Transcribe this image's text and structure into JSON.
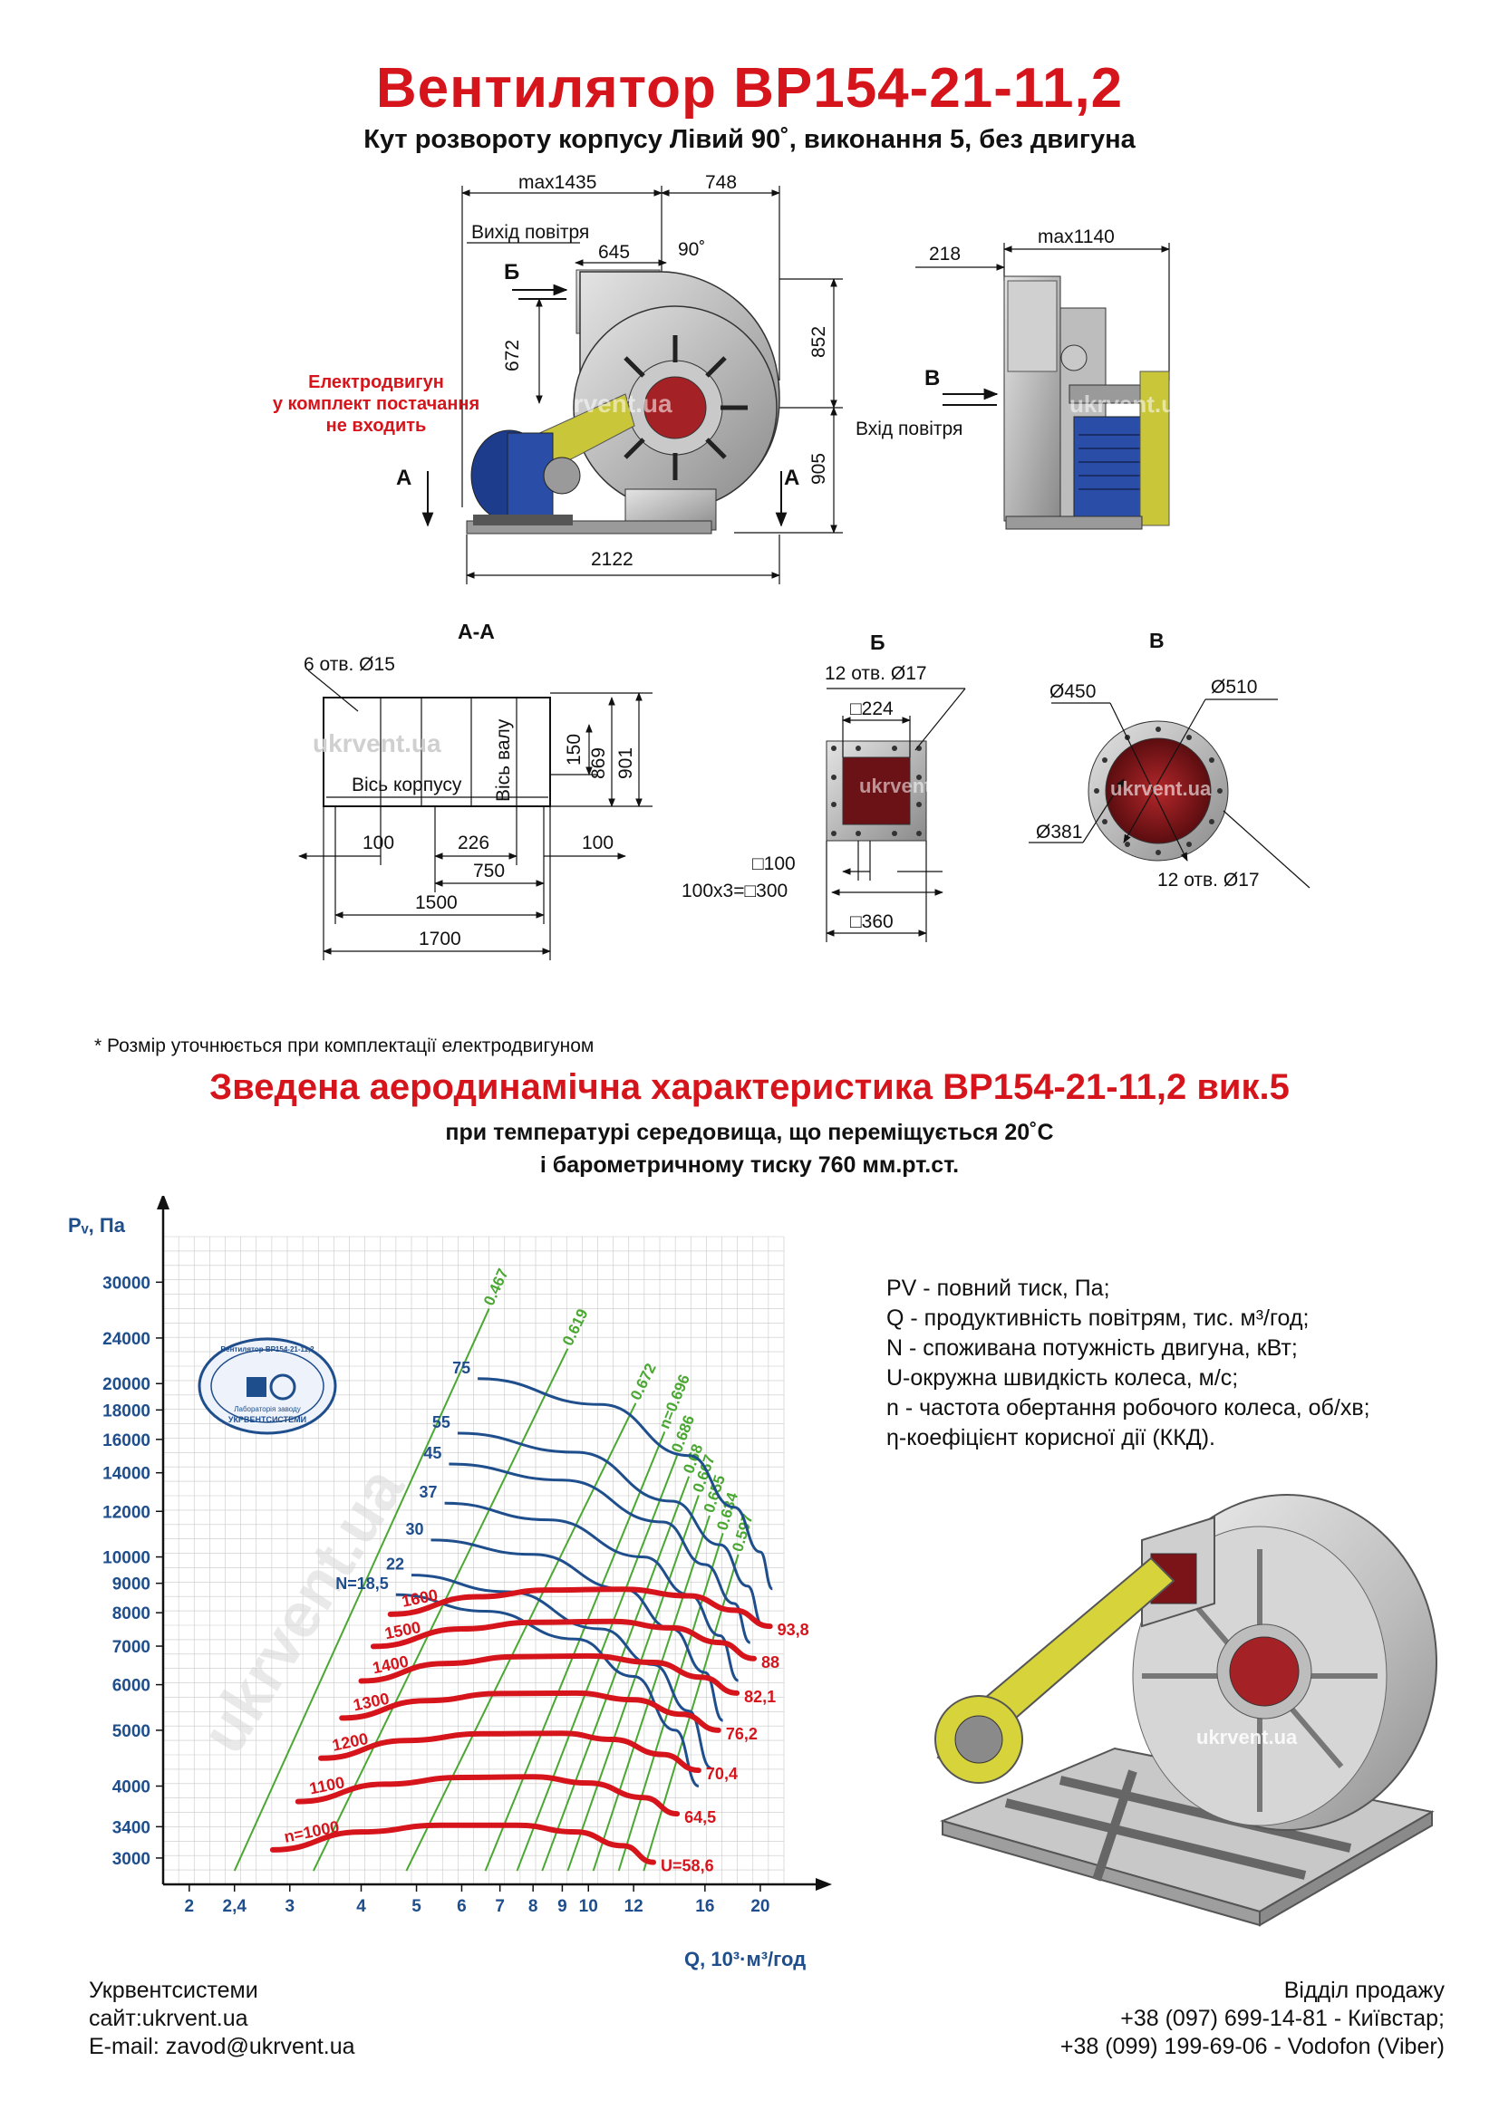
{
  "header": {
    "title": "Вентилятор ВР154-21-11,2",
    "subtitle": "Кут розвороту корпусу Лівий 90˚, виконання 5, без двигуна"
  },
  "drawing_main": {
    "dim_max1435": "max1435",
    "dim_748": "748",
    "outlet_label": "Вихід повітря",
    "dim_645": "645",
    "dim_90deg": "90˚",
    "view_b": "Б",
    "dim_672": "672",
    "dim_852": "852",
    "dim_905": "905",
    "dim_2122": "2122",
    "section_a": "А",
    "motor_note": [
      "Електродвигун",
      "у комплект постачання",
      "не входить"
    ],
    "watermark": "ukrvent.ua"
  },
  "drawing_side": {
    "dim_218": "218",
    "dim_max1140": "max1140",
    "view_v": "В",
    "inlet_label": "Вхід повітря",
    "watermark": "ukrvent.ua"
  },
  "section_aa": {
    "title": "А-А",
    "holes": "6 отв.  Ø15",
    "axis_body": "Вісь корпусу",
    "axis_shaft": "Вісь валу",
    "dim_150": "150",
    "dim_869": "869",
    "dim_901": "901",
    "dim_100a": "100",
    "dim_226": "226",
    "dim_100b": "100",
    "dim_750": "750",
    "dim_1500": "1500",
    "dim_1700": "1700",
    "watermark": "ukrvent.ua"
  },
  "view_b_detail": {
    "title": "Б",
    "holes": "12 отв.  Ø17",
    "dim_224": "□224",
    "dim_100": "□100",
    "dim_300": "100х3=□300",
    "dim_360": "□360",
    "watermark": "ukrvent.ua"
  },
  "view_v_detail": {
    "title": "В",
    "d450": "Ø450",
    "d510": "Ø510",
    "d381": "Ø381",
    "holes": "12 отв.  Ø17",
    "watermark": "ukrvent.ua"
  },
  "note": "* Розмір уточнюється при комплектації електродвигуном",
  "chart_header": {
    "title": "Зведена аеродинамічна характеристика ВР154-21-11,2 вик.5",
    "line1": "при температурі середовища, що переміщується 20˚С",
    "line2": "і барометричному тиску 760 мм.рт.ст."
  },
  "legend": [
    "PV - повний тиск, Па;",
    "Q - продуктивність повітрям, тис. м³/год;",
    "N - споживана потужність двигуна, кВт;",
    "U-окружна швидкість колеса, м/с;",
    "n - частота обертання робочого колеса, об/хв;",
    "η-коефіцієнт корисної дії (ККД)."
  ],
  "chart_data": {
    "type": "line",
    "title": "",
    "ylabel": "Pᵥ, Па",
    "xlabel": "Q, 10³·м³/год",
    "x_scale": "log",
    "y_scale": "log",
    "xlim": [
      1.8,
      22
    ],
    "ylim": [
      2700,
      36000
    ],
    "grid": true,
    "x_ticks": [
      "2",
      "2,4",
      "3",
      "4",
      "5",
      "6",
      "7",
      "8",
      "9",
      "10",
      "12",
      "16",
      "20"
    ],
    "y_ticks": [
      "3000",
      "3400",
      "4000",
      "5000",
      "6000",
      "7000",
      "8000",
      "9000",
      "10000",
      "12000",
      "14000",
      "16000",
      "18000",
      "20000",
      "24000",
      "30000"
    ],
    "speed_curves": [
      {
        "n": "n=1000",
        "U": "U=58,6",
        "points": [
          [
            2.8,
            3100
          ],
          [
            4,
            3330
          ],
          [
            5.5,
            3420
          ],
          [
            7.5,
            3420
          ],
          [
            9.5,
            3330
          ],
          [
            11.5,
            3150
          ],
          [
            13,
            2950
          ]
        ]
      },
      {
        "n": "1100",
        "U": "64,5",
        "points": [
          [
            3.1,
            3760
          ],
          [
            4.4,
            4030
          ],
          [
            6,
            4140
          ],
          [
            8,
            4150
          ],
          [
            10,
            4050
          ],
          [
            12.5,
            3820
          ],
          [
            14.3,
            3580
          ]
        ]
      },
      {
        "n": "1200",
        "U": "70,4",
        "points": [
          [
            3.4,
            4470
          ],
          [
            4.8,
            4800
          ],
          [
            6.5,
            4930
          ],
          [
            9,
            4940
          ],
          [
            11,
            4820
          ],
          [
            13.5,
            4540
          ],
          [
            15.6,
            4260
          ]
        ]
      },
      {
        "n": "1300",
        "U": "76,2",
        "points": [
          [
            3.7,
            5250
          ],
          [
            5.2,
            5630
          ],
          [
            7,
            5790
          ],
          [
            9.5,
            5800
          ],
          [
            12,
            5650
          ],
          [
            14.6,
            5330
          ],
          [
            16.9,
            5000
          ]
        ]
      },
      {
        "n": "1400",
        "U": "82,1",
        "points": [
          [
            4,
            6090
          ],
          [
            5.6,
            6530
          ],
          [
            7.5,
            6710
          ],
          [
            10,
            6730
          ],
          [
            13,
            6560
          ],
          [
            15.8,
            6180
          ],
          [
            18.2,
            5800
          ]
        ]
      },
      {
        "n": "1500",
        "U": "88",
        "points": [
          [
            4.2,
            6990
          ],
          [
            6,
            7500
          ],
          [
            8,
            7700
          ],
          [
            11,
            7730
          ],
          [
            14,
            7530
          ],
          [
            17,
            7100
          ],
          [
            19.5,
            6660
          ]
        ]
      },
      {
        "n": "1600",
        "U": "93,8",
        "points": [
          [
            4.5,
            7950
          ],
          [
            6.4,
            8530
          ],
          [
            8.5,
            8760
          ],
          [
            11.5,
            8790
          ],
          [
            15,
            8560
          ],
          [
            18,
            8080
          ],
          [
            20.8,
            7580
          ]
        ]
      }
    ],
    "power_curves": [
      {
        "N": "N=18,5",
        "points": [
          [
            4.6,
            8600
          ],
          [
            6.6,
            8050
          ],
          [
            9.5,
            7200
          ],
          [
            12,
            6200
          ],
          [
            14.2,
            5000
          ],
          [
            15.6,
            4000
          ]
        ]
      },
      {
        "N": "22",
        "points": [
          [
            4.9,
            9300
          ],
          [
            7.2,
            8700
          ],
          [
            10.5,
            7500
          ],
          [
            13,
            6500
          ],
          [
            15,
            5400
          ],
          [
            16.4,
            4300
          ]
        ]
      },
      {
        "N": "30",
        "points": [
          [
            5.3,
            10700
          ],
          [
            8,
            10100
          ],
          [
            11.5,
            8800
          ],
          [
            14,
            7500
          ],
          [
            16,
            6300
          ],
          [
            17.2,
            5200
          ]
        ]
      },
      {
        "N": "37",
        "points": [
          [
            5.6,
            12400
          ],
          [
            8.5,
            11600
          ],
          [
            12.5,
            10000
          ],
          [
            15,
            8600
          ],
          [
            17,
            7300
          ],
          [
            18.3,
            6100
          ]
        ]
      },
      {
        "N": "45",
        "points": [
          [
            5.7,
            14500
          ],
          [
            9,
            13600
          ],
          [
            13.5,
            11500
          ],
          [
            16,
            9700
          ],
          [
            18,
            8300
          ],
          [
            19.2,
            7100
          ]
        ]
      },
      {
        "N": "55",
        "points": [
          [
            5.9,
            16400
          ],
          [
            9.5,
            15200
          ],
          [
            14,
            12500
          ],
          [
            17,
            10500
          ],
          [
            19,
            8900
          ],
          [
            20.2,
            7600
          ]
        ]
      },
      {
        "N": "75",
        "points": [
          [
            6.4,
            20400
          ],
          [
            10.5,
            18400
          ],
          [
            15,
            15000
          ],
          [
            18,
            12200
          ],
          [
            20,
            10200
          ],
          [
            21,
            8800
          ]
        ]
      }
    ],
    "efficiency_lines": [
      {
        "eta": "0.467",
        "points": [
          [
            2.4,
            2850
          ],
          [
            6.7,
            27000
          ]
        ]
      },
      {
        "eta": "0.619",
        "points": [
          [
            3.3,
            2850
          ],
          [
            9.2,
            23000
          ]
        ]
      },
      {
        "eta": "0.672",
        "points": [
          [
            4.8,
            2850
          ],
          [
            12.1,
            18500
          ]
        ]
      },
      {
        "eta": "n=0.696",
        "points": [
          [
            6.6,
            2850
          ],
          [
            13.6,
            16500
          ]
        ]
      },
      {
        "eta": "0.686",
        "points": [
          [
            7.5,
            2850
          ],
          [
            14.3,
            15000
          ]
        ]
      },
      {
        "eta": "0.68",
        "points": [
          [
            8.3,
            2850
          ],
          [
            15,
            13800
          ]
        ]
      },
      {
        "eta": "0.667",
        "points": [
          [
            9.2,
            2850
          ],
          [
            15.6,
            12800
          ]
        ]
      },
      {
        "eta": "0.655",
        "points": [
          [
            10.2,
            2850
          ],
          [
            16.3,
            11800
          ]
        ]
      },
      {
        "eta": "0.634",
        "points": [
          [
            11.3,
            2850
          ],
          [
            17.2,
            11000
          ]
        ]
      },
      {
        "eta": "0.597",
        "points": [
          [
            12.5,
            2850
          ],
          [
            18.3,
            10100
          ]
        ]
      }
    ],
    "logo_text": [
      "Вентилятор ВР154-21-11,2",
      "Лабораторія заводу",
      "УКРВЕНТСИСТЕМИ"
    ],
    "watermark": "ukrvent.ua",
    "colors": {
      "speed": "#d6141b",
      "power": "#1f4e8c",
      "efficiency": "#4aa832",
      "grid": "#c8c8c8"
    }
  },
  "footer": {
    "company": "Укрвентсистеми",
    "site": "сайт:ukrvent.ua",
    "email": "E-mail: zavod@ukrvent.ua",
    "sales_title": "Відділ продажу",
    "phone1": "+38 (097) 699-14-81 - Київстар;",
    "phone2": "+38 (099) 199-69-06 - Vodofon (Viber)"
  },
  "render_3d": {
    "watermark": "ukrvent.ua"
  }
}
